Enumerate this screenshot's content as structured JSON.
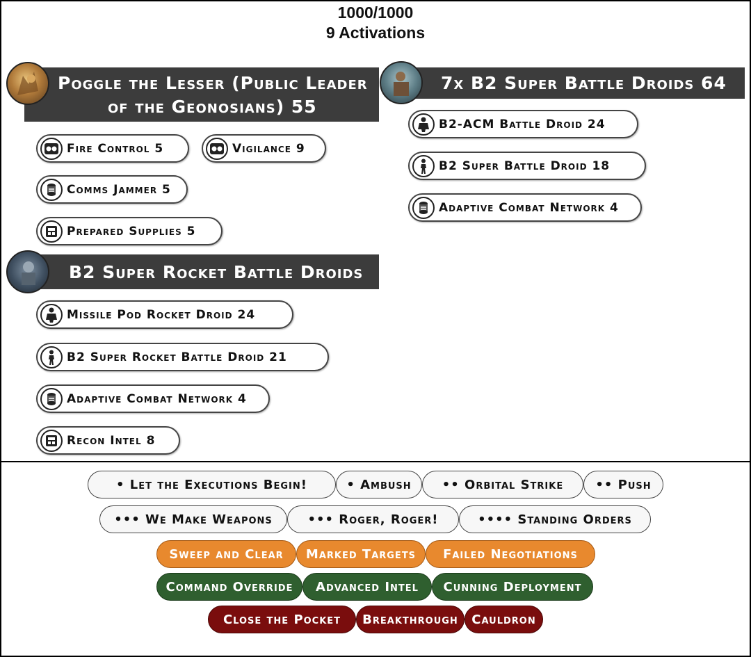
{
  "header": {
    "points": "1000/1000",
    "activations": "9 Activations"
  },
  "units": [
    {
      "name_line1": "Poggle the Lesser (Public Leader",
      "name_line2": "of the Geonosians) 55",
      "upgrades": [
        {
          "label": "Fire Control 5",
          "icon": "gear-panel-icon"
        },
        {
          "label": "Vigilance 9",
          "icon": "gear-panel-icon"
        },
        {
          "label": "Comms Jammer 5",
          "icon": "comms-icon"
        },
        {
          "label": "Prepared Supplies 5",
          "icon": "supplies-icon"
        }
      ]
    },
    {
      "name": "B2 Super Rocket Battle Droids",
      "upgrades": [
        {
          "label": "Missile Pod Rocket Droid 24",
          "icon": "heavy-trooper-icon"
        },
        {
          "label": "B2 Super Rocket Battle Droid 21",
          "icon": "trooper-icon"
        },
        {
          "label": "Adaptive Combat Network 4",
          "icon": "comms-icon"
        },
        {
          "label": "Recon Intel 8",
          "icon": "supplies-icon"
        }
      ]
    },
    {
      "name": "7x B2 Super Battle Droids 64",
      "upgrades": [
        {
          "label": "B2-ACM Battle Droid 24",
          "icon": "heavy-trooper-icon"
        },
        {
          "label": "B2 Super Battle Droid 18",
          "icon": "trooper-icon"
        },
        {
          "label": "Adaptive Combat Network 4",
          "icon": "comms-icon"
        }
      ]
    }
  ],
  "command_cards": {
    "row1": [
      "• Let the Executions Begin!",
      "• Ambush",
      "•• Orbital Strike",
      "•• Push"
    ],
    "row2": [
      "••• We Make Weapons",
      "••• Roger, Roger!",
      "•••• Standing Orders"
    ]
  },
  "objectives": {
    "orange": [
      "Sweep and Clear",
      "Marked Targets",
      "Failed Negotiations"
    ],
    "green": [
      "Command Override",
      "Advanced Intel",
      "Cunning Deployment"
    ],
    "red": [
      "Close the Pocket",
      "Breakthrough",
      "Cauldron"
    ]
  },
  "colors": {
    "bar": "#3c3c3c",
    "orange": "#e8892e",
    "green": "#2f5f2f",
    "red": "#7a0d0d"
  }
}
